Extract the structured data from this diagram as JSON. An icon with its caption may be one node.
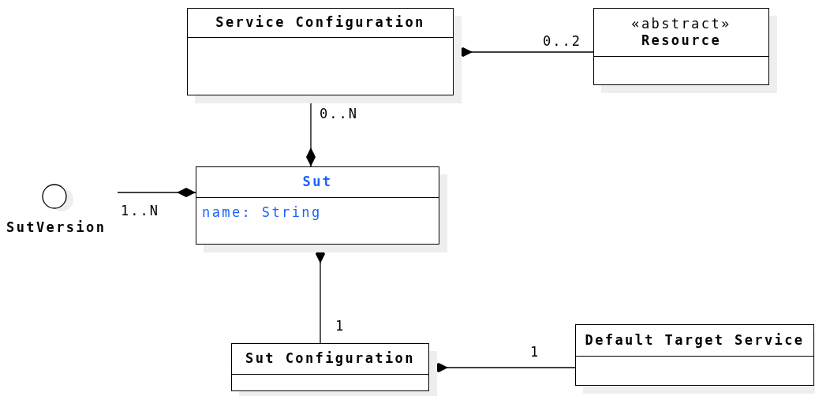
{
  "diagram": {
    "nodes": [
      {
        "text": [
          "Service Configuration"
        ]
      },
      {
        "text": [
          "«abstract»",
          "Resource"
        ]
      },
      {
        "text": [
          "SutVersion"
        ]
      },
      {
        "text": [
          "Sut",
          "name: String"
        ]
      },
      {
        "text": [
          "Sut Configuration"
        ]
      },
      {
        "text": [
          "Default Target Service"
        ]
      }
    ],
    "edges": [
      {
        "from": 1,
        "to": 0,
        "arrow": "other",
        "label": "0..2"
      },
      {
        "from": 0,
        "to": 3,
        "arrow": "other",
        "label": "0..N"
      },
      {
        "from": 2,
        "to": 3,
        "arrow": "other",
        "label": "1..N"
      },
      {
        "from": 4,
        "to": 3,
        "arrow": "other",
        "label": "1"
      },
      {
        "from": 5,
        "to": 4,
        "arrow": "other",
        "label": "1"
      }
    ]
  }
}
